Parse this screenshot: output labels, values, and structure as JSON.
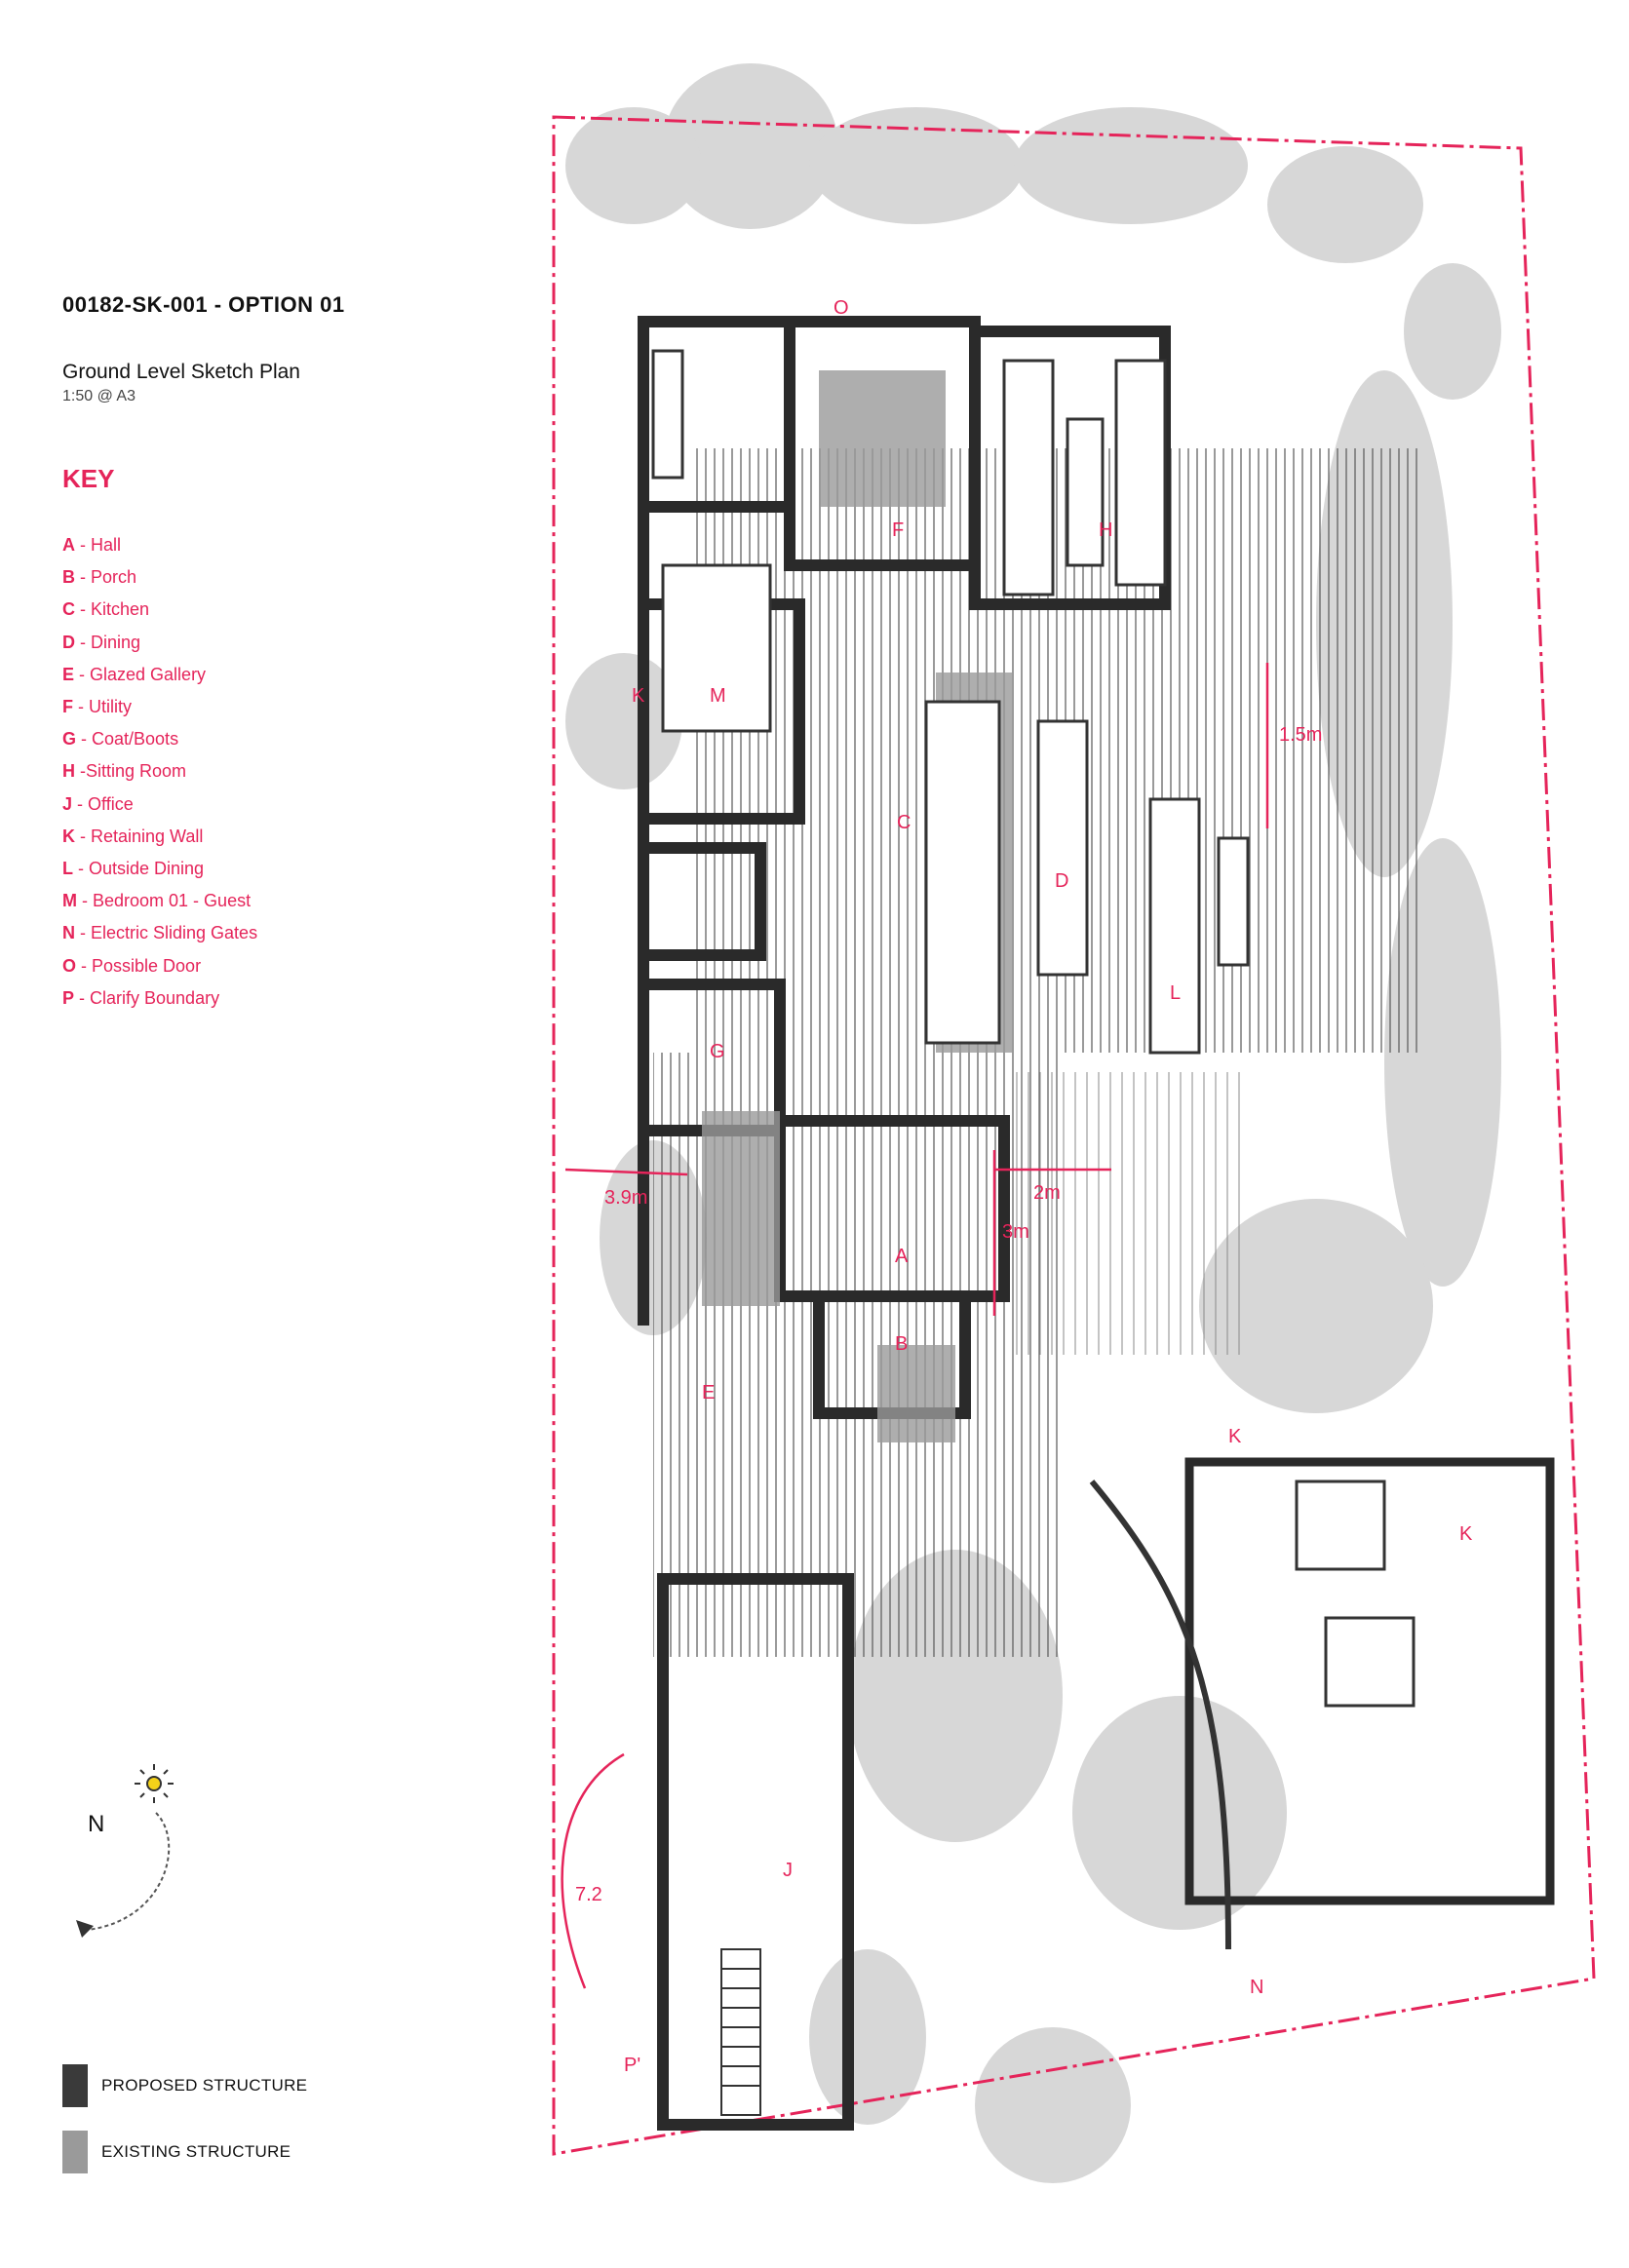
{
  "title_block": {
    "drawing_number": "00182-SK-001 - OPTION 01",
    "plan_title": "Ground Level Sketch Plan",
    "scale": "1:50 @ A3"
  },
  "key": {
    "heading": "KEY",
    "items": [
      {
        "letter": "A",
        "label": " - Hall"
      },
      {
        "letter": "B",
        "label": " - Porch"
      },
      {
        "letter": "C",
        "label": " - Kitchen"
      },
      {
        "letter": "D",
        "label": " - Dining"
      },
      {
        "letter": "E",
        "label": " - Glazed Gallery"
      },
      {
        "letter": "F",
        "label": " - Utility"
      },
      {
        "letter": "G",
        "label": " - Coat/Boots"
      },
      {
        "letter": "H",
        "label": " -Sitting Room"
      },
      {
        "letter": "J",
        "label": " - Office"
      },
      {
        "letter": "K",
        "label": " - Retaining Wall"
      },
      {
        "letter": "L",
        "label": " - Outside Dining"
      },
      {
        "letter": "M",
        "label": " - Bedroom 01 - Guest"
      },
      {
        "letter": "N",
        "label": " - Electric Sliding Gates"
      },
      {
        "letter": "O",
        "label": " - Possible Door"
      },
      {
        "letter": "P",
        "label": " - Clarify Boundary"
      }
    ]
  },
  "plan_labels": {
    "O": "O",
    "F": "F",
    "H": "H",
    "K1": "K",
    "M": "M",
    "C": "C",
    "D": "D",
    "L": "L",
    "G": "G",
    "A": "A",
    "B": "B",
    "E": "E",
    "K2": "K",
    "K3": "K",
    "J": "J",
    "N": "N",
    "P": "P'"
  },
  "dimensions": {
    "d1": "1.5m",
    "d2": "2m",
    "d3": "3m",
    "d4": "3.9m",
    "d5": "7.2"
  },
  "north": {
    "letter": "N"
  },
  "legend": {
    "proposed": "PROPOSED STRUCTURE",
    "existing": "EXISTING STRUCTURE"
  },
  "colors": {
    "accent": "#e5245a",
    "proposed": "#3a3a3a",
    "existing": "#9a9a9a",
    "sun": "#f4d21a"
  }
}
